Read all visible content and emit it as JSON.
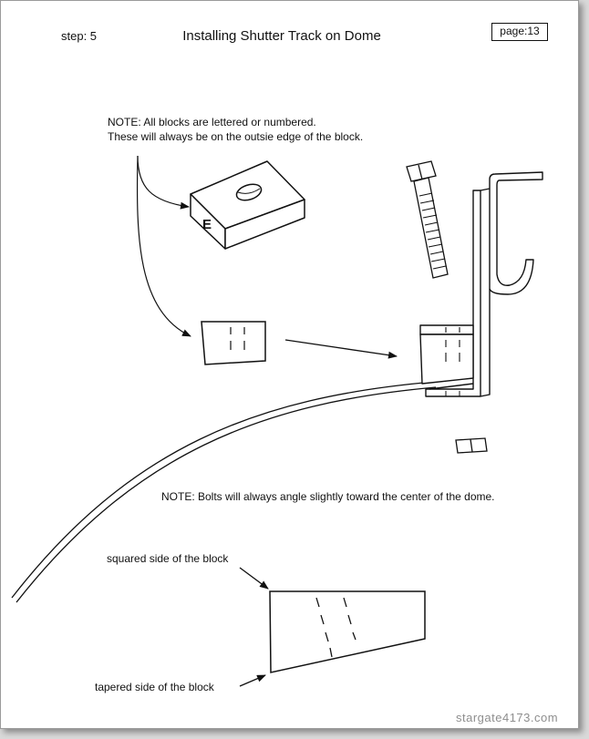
{
  "header": {
    "step": "step: 5",
    "title": "Installing Shutter Track on Dome",
    "page": "page:13"
  },
  "notes": {
    "blocks_line1": "NOTE: All blocks are lettered or numbered.",
    "blocks_line2": "These will always be on the outsie edge of the block.",
    "bolts": "NOTE: Bolts will always angle slightly toward the center of the dome."
  },
  "block_detail": {
    "block_letter": "E",
    "squared_label": "squared side of the block",
    "tapered_label": "tapered side of the block"
  },
  "watermark": "stargate4173.com"
}
